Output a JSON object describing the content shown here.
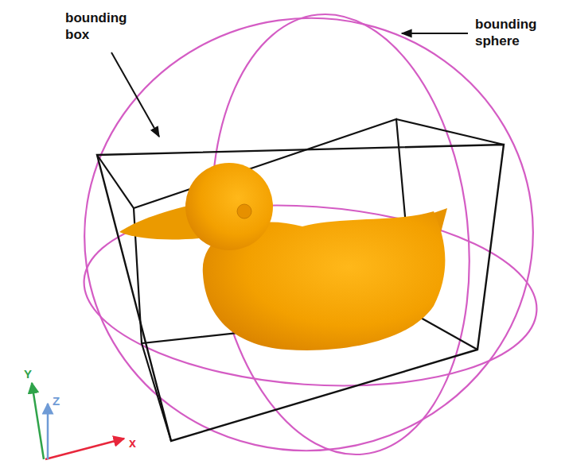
{
  "diagram": {
    "labels": [
      "bounding box",
      "bounding sphere",
      "Y",
      "Z",
      "x"
    ]
  }
}
